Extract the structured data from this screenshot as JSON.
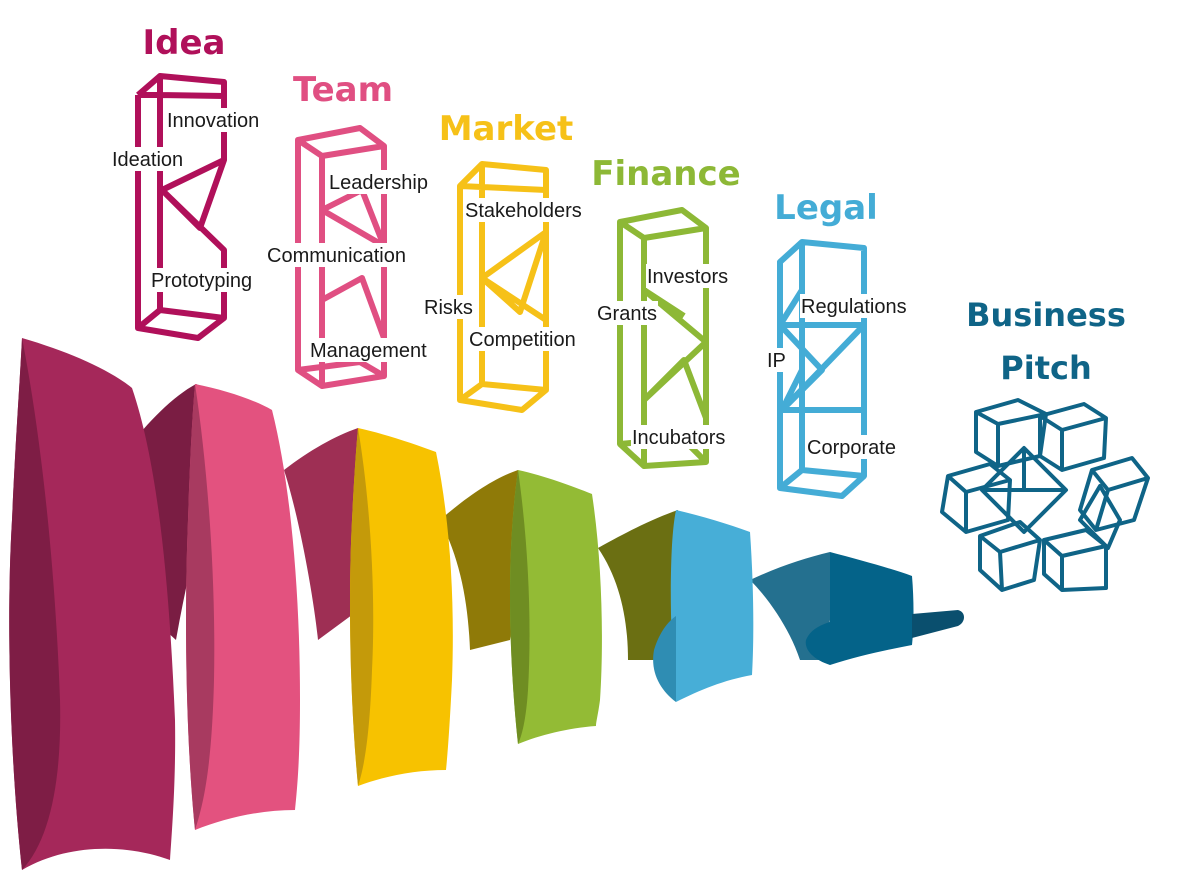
{
  "stages": [
    {
      "title": "Idea",
      "color": "#b0105a",
      "labels": [
        "Innovation",
        "Ideation",
        "Prototyping"
      ]
    },
    {
      "title": "Team",
      "color": "#e04f82",
      "labels": [
        "Leadership",
        "Communication",
        "Management"
      ]
    },
    {
      "title": "Market",
      "color": "#f6c118",
      "labels": [
        "Stakeholders",
        "Risks",
        "Competition"
      ]
    },
    {
      "title": "Finance",
      "color": "#8db836",
      "labels": [
        "Investors",
        "Grants",
        "Incubators"
      ]
    },
    {
      "title": "Legal",
      "color": "#44acd6",
      "labels": [
        "Regulations",
        "IP",
        "Corporate"
      ]
    }
  ],
  "goal": {
    "title_line1": "Business",
    "title_line2": "Pitch",
    "color": "#0f6487"
  },
  "ribbon_colors": [
    "#a5285a",
    "#e3527f",
    "#f7c200",
    "#93bb35",
    "#47aed7",
    "#046389"
  ]
}
